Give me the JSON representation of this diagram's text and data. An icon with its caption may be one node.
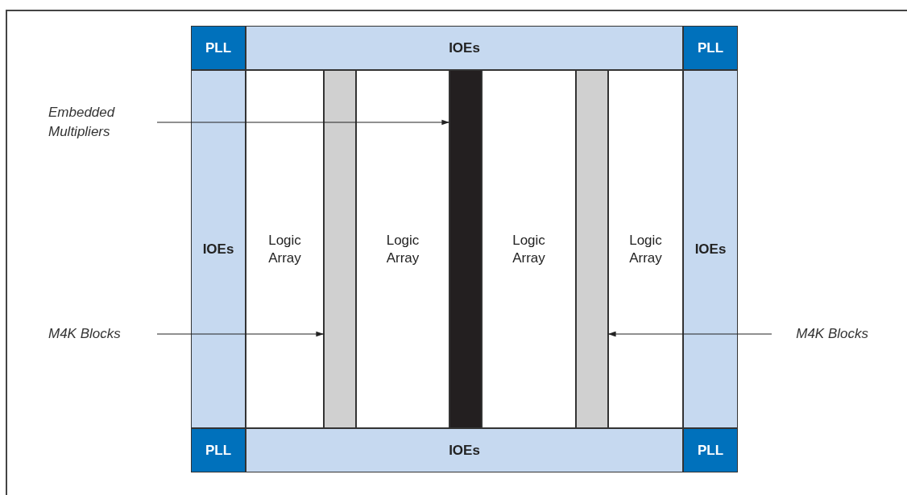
{
  "diagram": {
    "nodes": [
      {
        "text": [
          "PLL"
        ]
      },
      {
        "text": [
          "IOEs"
        ]
      },
      {
        "text": [
          "PLL"
        ]
      },
      {
        "text": [
          "IOEs"
        ]
      },
      {
        "text": [
          "Logic Array"
        ]
      },
      {
        "text": [],
        "shape": "bar"
      },
      {
        "text": [
          "Logic Array"
        ]
      },
      {
        "text": [],
        "shape": "bar"
      },
      {
        "text": [
          "Logic Array"
        ]
      },
      {
        "text": [],
        "shape": "bar"
      },
      {
        "text": [
          "Logic Array"
        ]
      },
      {
        "text": [
          "IOEs"
        ]
      },
      {
        "text": [
          "PLL"
        ]
      },
      {
        "text": [
          "IOEs"
        ]
      },
      {
        "text": [
          "PLL"
        ]
      },
      {
        "text": [
          "Embedded Multipliers"
        ]
      },
      {
        "text": [
          "M4K Blocks"
        ]
      },
      {
        "text": [
          "M4K Blocks"
        ]
      }
    ],
    "edges": [
      {
        "from": 15,
        "to": 7,
        "arrow": "to"
      },
      {
        "from": 16,
        "to": 5,
        "arrow": "to"
      },
      {
        "from": 17,
        "to": 9,
        "arrow": "to"
      }
    ]
  }
}
